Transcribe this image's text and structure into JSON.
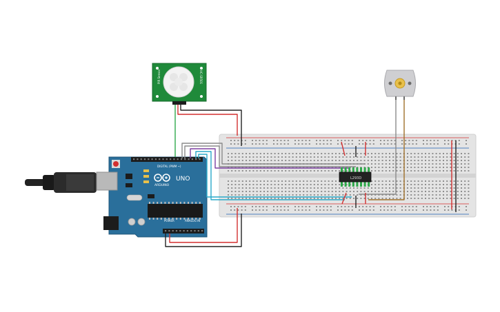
{
  "arduino": {
    "brand": "ARDUINO",
    "model": "UNO",
    "digital_label": "DIGITAL (PWM ~)",
    "power_label": "POWER",
    "analog_label": "ANALOG IN"
  },
  "pir_sensor": {
    "label_left": "PIR Sensor",
    "label_right": "HC-SR501"
  },
  "driver_chip": {
    "label": "L293D"
  },
  "colors": {
    "board": "#2a6f9b",
    "pcb_green": "#1f8a3a",
    "breadboard": "#e4e4e4",
    "wire_red": "#d32f2f",
    "wire_black": "#222222",
    "wire_green": "#2ea84a",
    "wire_purple": "#7b3fa0",
    "wire_cyan": "#29a9c9",
    "wire_gray": "#8a8a8a",
    "wire_brown": "#a0702a"
  }
}
